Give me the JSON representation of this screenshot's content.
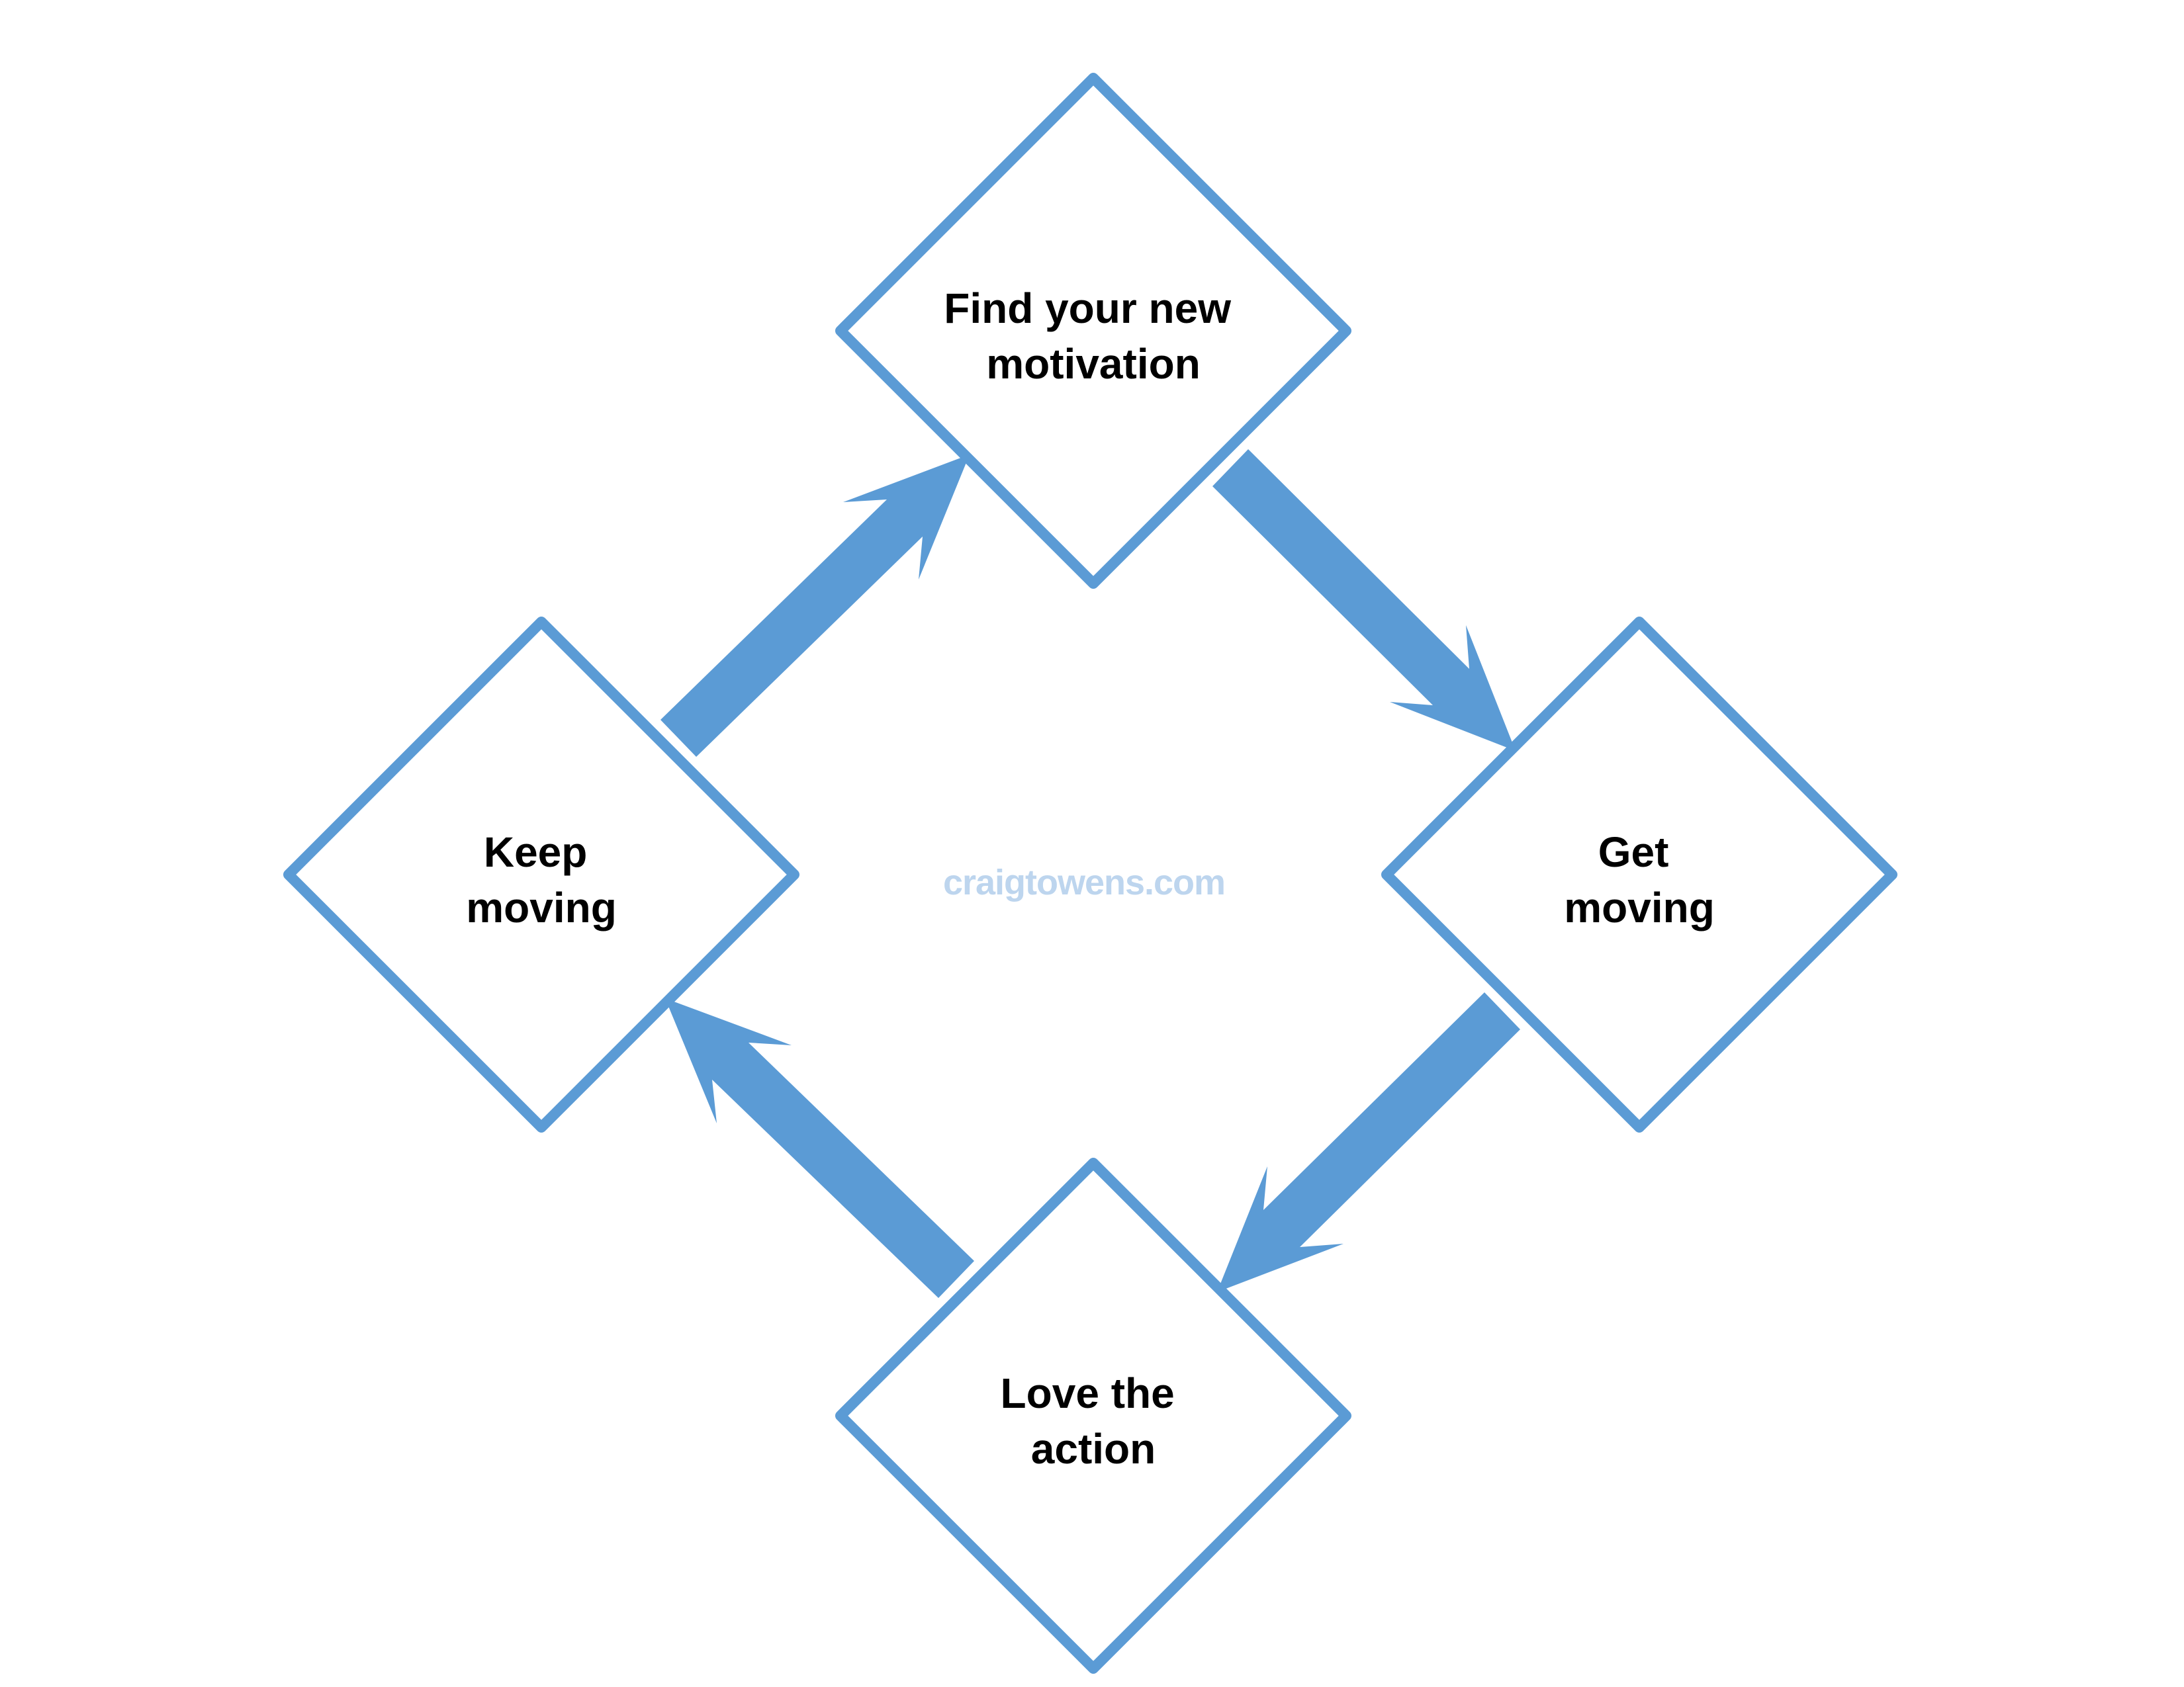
{
  "watermark": {
    "text": "craigtowens.com"
  },
  "diagram": {
    "type": "cycle-flow",
    "colors": {
      "accent": "#5B9BD5",
      "node_fill": "#FFFFFF",
      "label": "#000000",
      "watermark": "#BDD5EE"
    },
    "nodes": [
      {
        "id": "find-your-new-motivation",
        "position": "top",
        "label": "Find your new motivation",
        "lines": [
          "Find your new",
          "motivation"
        ]
      },
      {
        "id": "get-moving",
        "position": "right",
        "label": "Get moving",
        "lines": [
          "Get",
          "moving"
        ]
      },
      {
        "id": "love-the-action",
        "position": "bottom",
        "label": "Love the action",
        "lines": [
          "Love the",
          "action"
        ]
      },
      {
        "id": "keep-moving",
        "position": "left",
        "label": "Keep moving",
        "lines": [
          "Keep",
          "moving"
        ]
      }
    ],
    "edges": [
      {
        "from": "find-your-new-motivation",
        "to": "get-moving"
      },
      {
        "from": "get-moving",
        "to": "love-the-action"
      },
      {
        "from": "love-the-action",
        "to": "keep-moving"
      },
      {
        "from": "keep-moving",
        "to": "find-your-new-motivation"
      }
    ]
  }
}
